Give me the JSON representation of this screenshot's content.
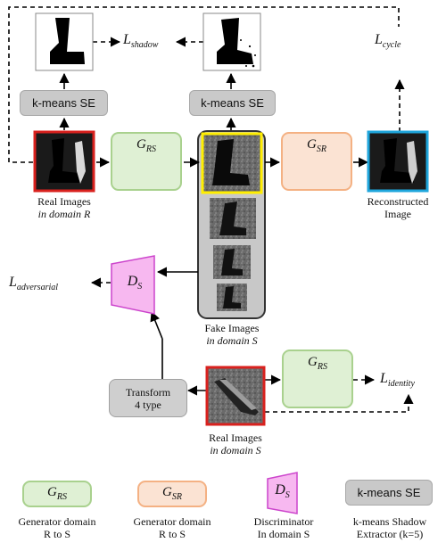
{
  "shadow_extractor": {
    "label": "k-means SE"
  },
  "generator_rs": {
    "symbol": "G",
    "sub": "RS"
  },
  "generator_sr": {
    "symbol": "G",
    "sub": "SR"
  },
  "discriminator": {
    "symbol": "D",
    "sub": "S"
  },
  "losses": {
    "shadow": {
      "symbol": "L",
      "sub": "shadow"
    },
    "cycle": {
      "symbol": "L",
      "sub": "cycle"
    },
    "adversarial": {
      "symbol": "L",
      "sub": "adversarial"
    },
    "identity": {
      "symbol": "L",
      "sub": "identity"
    }
  },
  "captions": {
    "real_r_line1": "Real Images",
    "real_r_line2": "in domain R",
    "reconstructed_line1": "Reconstructed",
    "reconstructed_line2": "Image",
    "fake_s_line1": "Fake Images",
    "fake_s_line2": "in domain S",
    "real_s_line1": "Real Images",
    "real_s_line2": "in domain S"
  },
  "transform": {
    "line1": "Transform",
    "line2": "4 type"
  },
  "legend": {
    "gen_rs_line1": "Generator domain",
    "gen_rs_line2": "R to S",
    "gen_sr_line1": "Generator domain",
    "gen_sr_line2": "R to S",
    "disc_line1": "Discriminator",
    "disc_line2": "In domain S",
    "se_line1": "k-means Shadow",
    "se_line2": "Extractor (k=5)"
  },
  "colors": {
    "real_r_border": "#d9211e",
    "fake_border": "#ffee00",
    "reconstructed_border": "#1fa6dc",
    "real_s_border": "#d9211e",
    "generator_rs_fill": "#dff0d4",
    "generator_sr_fill": "#fbe3d3",
    "discriminator_fill": "#f7b8f0",
    "shadow_extractor_fill": "#c9c9c9"
  }
}
